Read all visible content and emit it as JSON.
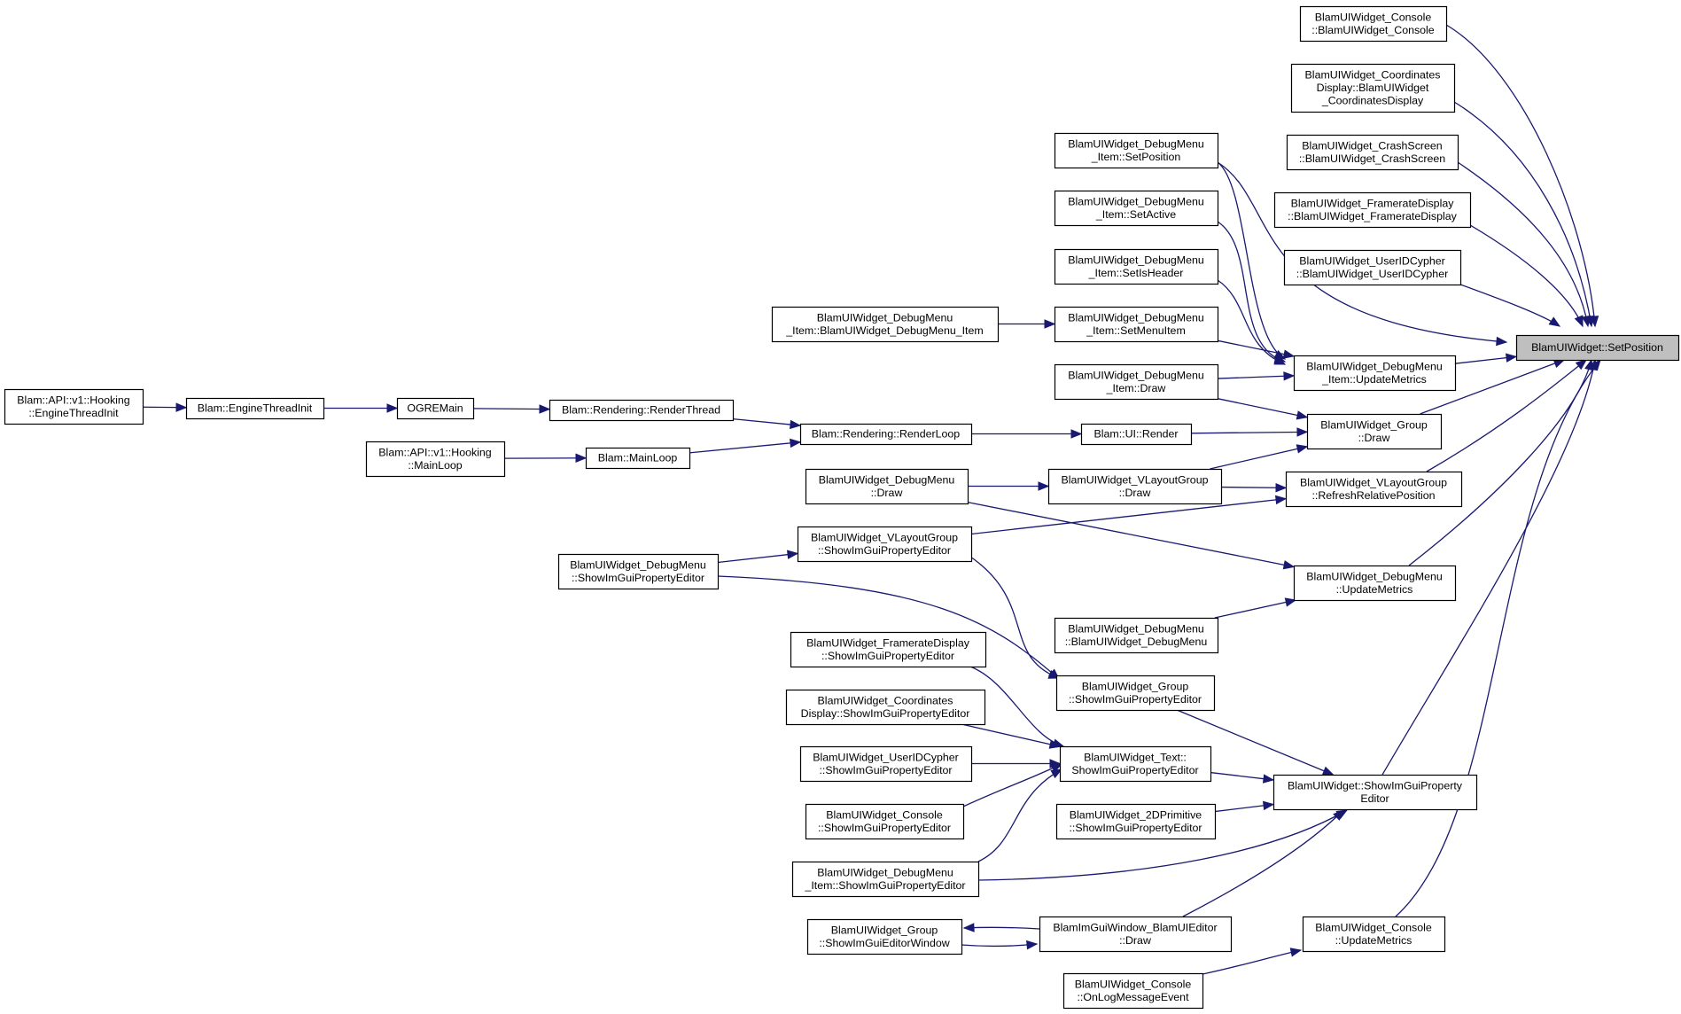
{
  "graph": {
    "kind": "caller-graph",
    "root": "Blam UIWidget::SetPosition",
    "colors": {
      "edge": "#191970",
      "root_fill": "#bfbfbf",
      "node_fill": "#ffffff",
      "node_border": "#000000"
    },
    "nodes": [
      {
        "id": "setpos",
        "lines": [
          "BlamUIWidget::SetPosition"
        ],
        "root": true
      },
      {
        "id": "console_ctor",
        "lines": [
          "BlamUIWidget_Console",
          "::BlamUIWidget_Console"
        ]
      },
      {
        "id": "coords_ctor",
        "lines": [
          "BlamUIWidget_Coordinates",
          "Display::BlamUIWidget",
          "_CoordinatesDisplay"
        ]
      },
      {
        "id": "crash_ctor",
        "lines": [
          "BlamUIWidget_CrashScreen",
          "::BlamUIWidget_CrashScreen"
        ]
      },
      {
        "id": "fps_ctor",
        "lines": [
          "BlamUIWidget_FramerateDisplay",
          "::BlamUIWidget_FramerateDisplay"
        ]
      },
      {
        "id": "uid_ctor",
        "lines": [
          "BlamUIWidget_UserIDCypher",
          "::BlamUIWidget_UserIDCypher"
        ]
      },
      {
        "id": "dmi_setpos",
        "lines": [
          "BlamUIWidget_DebugMenu",
          "_Item::SetPosition"
        ]
      },
      {
        "id": "dmi_setactive",
        "lines": [
          "BlamUIWidget_DebugMenu",
          "_Item::SetActive"
        ]
      },
      {
        "id": "dmi_setisheader",
        "lines": [
          "BlamUIWidget_DebugMenu",
          "_Item::SetIsHeader"
        ]
      },
      {
        "id": "dmi_setmenuitem",
        "lines": [
          "BlamUIWidget_DebugMenu",
          "_Item::SetMenuItem"
        ]
      },
      {
        "id": "dmi_ctor",
        "lines": [
          "BlamUIWidget_DebugMenu",
          "_Item::BlamUIWidget_DebugMenu_Item"
        ]
      },
      {
        "id": "dmi_draw",
        "lines": [
          "BlamUIWidget_DebugMenu",
          "_Item::Draw"
        ]
      },
      {
        "id": "dmi_update",
        "lines": [
          "BlamUIWidget_DebugMenu",
          "_Item::UpdateMetrics"
        ]
      },
      {
        "id": "hook_eti",
        "lines": [
          "Blam::API::v1::Hooking",
          "::EngineThreadInit"
        ]
      },
      {
        "id": "eti",
        "lines": [
          "Blam::EngineThreadInit"
        ]
      },
      {
        "id": "ogremain",
        "lines": [
          "OGREMain"
        ]
      },
      {
        "id": "renderthread",
        "lines": [
          "Blam::Rendering::RenderThread"
        ]
      },
      {
        "id": "renderloop",
        "lines": [
          "Blam::Rendering::RenderLoop"
        ]
      },
      {
        "id": "ui_render",
        "lines": [
          "Blam::UI::Render"
        ]
      },
      {
        "id": "group_draw",
        "lines": [
          "BlamUIWidget_Group",
          "::Draw"
        ]
      },
      {
        "id": "hook_mainloop",
        "lines": [
          "Blam::API::v1::Hooking",
          "::MainLoop"
        ]
      },
      {
        "id": "mainloop",
        "lines": [
          "Blam::MainLoop"
        ]
      },
      {
        "id": "dm_draw",
        "lines": [
          "BlamUIWidget_DebugMenu",
          "::Draw"
        ]
      },
      {
        "id": "vlg_draw",
        "lines": [
          "BlamUIWidget_VLayoutGroup",
          "::Draw"
        ]
      },
      {
        "id": "vlg_refresh",
        "lines": [
          "BlamUIWidget_VLayoutGroup",
          "::RefreshRelativePosition"
        ]
      },
      {
        "id": "vlg_showprop",
        "lines": [
          "BlamUIWidget_VLayoutGroup",
          "::ShowImGuiPropertyEditor"
        ]
      },
      {
        "id": "dm_showprop",
        "lines": [
          "BlamUIWidget_DebugMenu",
          "::ShowImGuiPropertyEditor"
        ]
      },
      {
        "id": "dm_update",
        "lines": [
          "BlamUIWidget_DebugMenu",
          "::UpdateMetrics"
        ]
      },
      {
        "id": "dm_ctor",
        "lines": [
          "BlamUIWidget_DebugMenu",
          "::BlamUIWidget_DebugMenu"
        ]
      },
      {
        "id": "fps_showprop",
        "lines": [
          "BlamUIWidget_FramerateDisplay",
          "::ShowImGuiPropertyEditor"
        ]
      },
      {
        "id": "group_showprop",
        "lines": [
          "BlamUIWidget_Group",
          "::ShowImGuiPropertyEditor"
        ]
      },
      {
        "id": "coords_showprop",
        "lines": [
          "BlamUIWidget_Coordinates",
          "Display::ShowImGuiPropertyEditor"
        ]
      },
      {
        "id": "uid_showprop",
        "lines": [
          "BlamUIWidget_UserIDCypher",
          "::ShowImGuiPropertyEditor"
        ]
      },
      {
        "id": "text_showprop",
        "lines": [
          "BlamUIWidget_Text::",
          "ShowImGuiPropertyEditor"
        ]
      },
      {
        "id": "uiw_showprop",
        "lines": [
          "BlamUIWidget::ShowImGuiProperty",
          "Editor"
        ]
      },
      {
        "id": "console_showprop",
        "lines": [
          "BlamUIWidget_Console",
          "::ShowImGuiPropertyEditor"
        ]
      },
      {
        "id": "prim2d_showprop",
        "lines": [
          "BlamUIWidget_2DPrimitive",
          "::ShowImGuiPropertyEditor"
        ]
      },
      {
        "id": "dmi_showprop",
        "lines": [
          "BlamUIWidget_DebugMenu",
          "_Item::ShowImGuiPropertyEditor"
        ]
      },
      {
        "id": "group_showwin",
        "lines": [
          "BlamUIWidget_Group",
          "::ShowImGuiEditorWindow"
        ]
      },
      {
        "id": "editor_draw",
        "lines": [
          "BlamImGuiWindow_BlamUIEditor",
          "::Draw"
        ]
      },
      {
        "id": "console_update",
        "lines": [
          "BlamUIWidget_Console",
          "::UpdateMetrics"
        ]
      },
      {
        "id": "console_onlog",
        "lines": [
          "BlamUIWidget_Console",
          "::OnLogMessageEvent"
        ]
      }
    ],
    "edges": [
      [
        "console_ctor",
        "setpos"
      ],
      [
        "coords_ctor",
        "setpos"
      ],
      [
        "crash_ctor",
        "setpos"
      ],
      [
        "fps_ctor",
        "setpos"
      ],
      [
        "uid_ctor",
        "setpos"
      ],
      [
        "dmi_setpos",
        "setpos"
      ],
      [
        "dmi_update",
        "setpos"
      ],
      [
        "group_draw",
        "setpos"
      ],
      [
        "vlg_refresh",
        "setpos"
      ],
      [
        "dm_update",
        "setpos"
      ],
      [
        "uiw_showprop",
        "setpos"
      ],
      [
        "console_update",
        "setpos"
      ],
      [
        "dmi_setpos",
        "dmi_update"
      ],
      [
        "dmi_setactive",
        "dmi_update"
      ],
      [
        "dmi_setisheader",
        "dmi_update"
      ],
      [
        "dmi_setmenuitem",
        "dmi_update"
      ],
      [
        "dmi_draw",
        "dmi_update"
      ],
      [
        "dmi_ctor",
        "dmi_setmenuitem"
      ],
      [
        "hook_eti",
        "eti"
      ],
      [
        "eti",
        "ogremain"
      ],
      [
        "ogremain",
        "renderthread"
      ],
      [
        "renderthread",
        "renderloop"
      ],
      [
        "mainloop",
        "renderloop"
      ],
      [
        "hook_mainloop",
        "mainloop"
      ],
      [
        "renderloop",
        "ui_render"
      ],
      [
        "ui_render",
        "group_draw"
      ],
      [
        "dmi_draw",
        "group_draw"
      ],
      [
        "vlg_draw",
        "group_draw"
      ],
      [
        "dm_draw",
        "vlg_draw"
      ],
      [
        "vlg_draw",
        "vlg_refresh"
      ],
      [
        "vlg_showprop",
        "vlg_refresh"
      ],
      [
        "dm_draw",
        "dm_update"
      ],
      [
        "dm_ctor",
        "dm_update"
      ],
      [
        "dm_showprop",
        "vlg_showprop"
      ],
      [
        "vlg_showprop",
        "group_showprop"
      ],
      [
        "dm_showprop",
        "group_showprop"
      ],
      [
        "group_showprop",
        "uiw_showprop"
      ],
      [
        "fps_showprop",
        "text_showprop"
      ],
      [
        "coords_showprop",
        "text_showprop"
      ],
      [
        "uid_showprop",
        "text_showprop"
      ],
      [
        "console_showprop",
        "text_showprop"
      ],
      [
        "dmi_showprop",
        "text_showprop"
      ],
      [
        "text_showprop",
        "uiw_showprop"
      ],
      [
        "prim2d_showprop",
        "uiw_showprop"
      ],
      [
        "dmi_showprop",
        "uiw_showprop"
      ],
      [
        "editor_draw",
        "uiw_showprop"
      ],
      [
        "editor_draw",
        "group_showwin"
      ],
      [
        "group_showwin",
        "editor_draw"
      ],
      [
        "console_onlog",
        "console_update"
      ]
    ]
  }
}
